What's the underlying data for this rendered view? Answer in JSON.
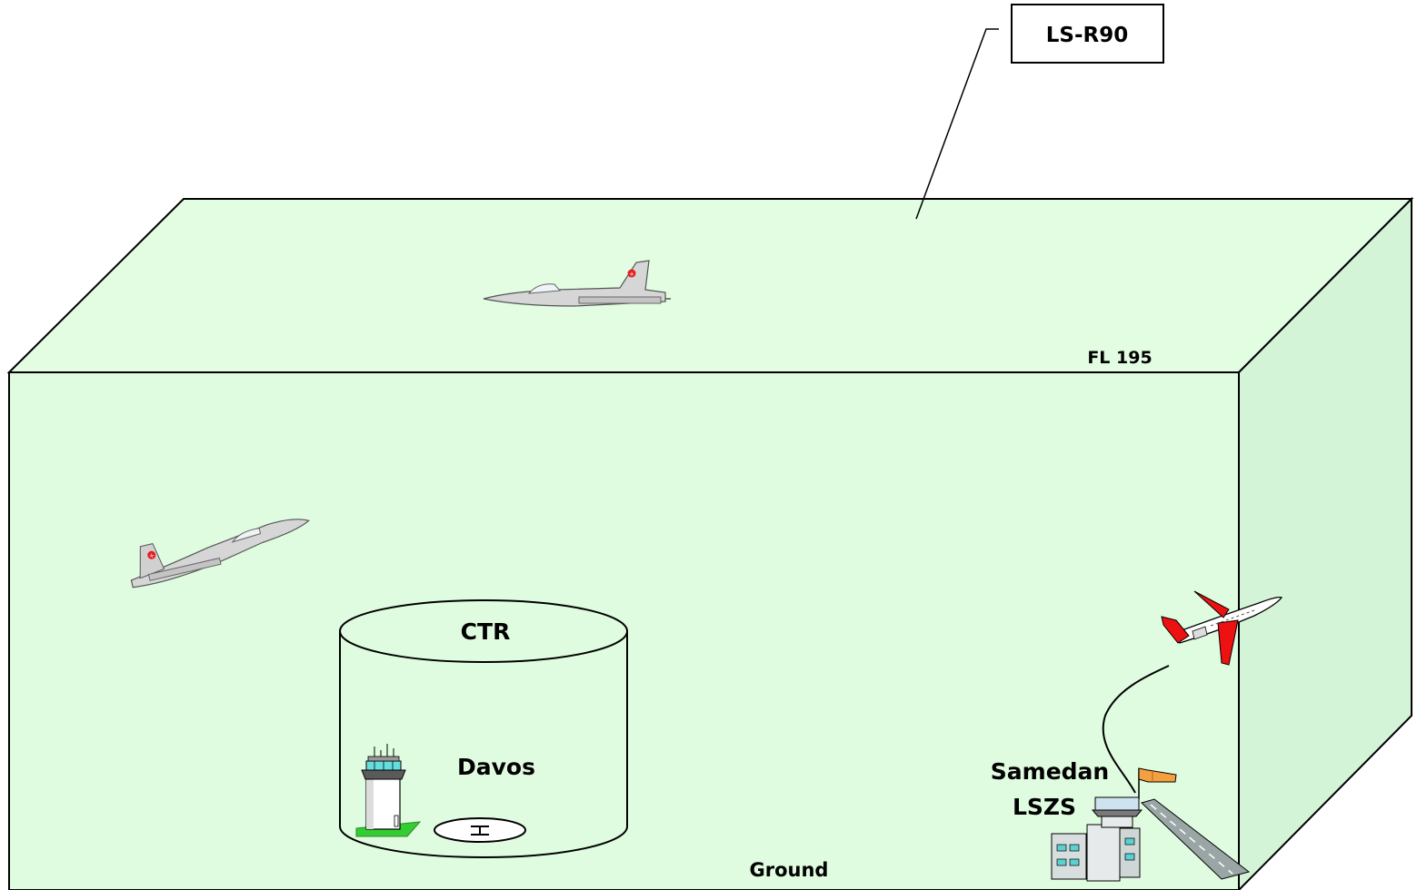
{
  "labels": {
    "restricted_area": "LS-R90",
    "upper_limit": "FL 195",
    "ctr": "CTR",
    "ctr_aerodrome": "Davos",
    "aerodrome_name": "Samedan",
    "aerodrome_icao": "LSZS",
    "lower_limit": "Ground"
  },
  "colors": {
    "box_front": "#e0fce0",
    "box_top": "#e2fde2",
    "box_side": "#d4f4d8",
    "outline": "#000000",
    "jet_red": "#ee1111",
    "windsock": "#f4a040",
    "helipad_green": "#33cc33"
  },
  "icons": {
    "fighter_jet_1": "fighter-jet-icon",
    "fighter_jet_2": "fighter-jet-icon",
    "business_jet": "business-jet-icon",
    "control_tower_davos": "control-tower-icon",
    "heliport": "heliport-icon",
    "control_tower_samedan": "control-tower-icon",
    "windsock": "windsock-icon",
    "runway": "runway-icon"
  }
}
